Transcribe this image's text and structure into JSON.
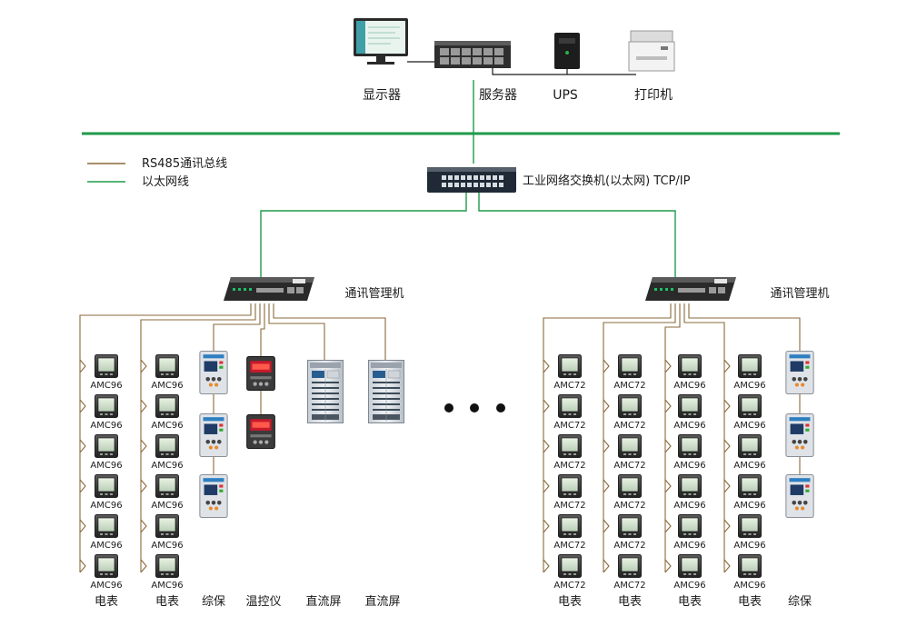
{
  "top": {
    "monitor_label": "显示器",
    "server_label": "服务器",
    "ups_label": "UPS",
    "printer_label": "打印机"
  },
  "legend": {
    "rs485_label": "RS485通讯总线",
    "ethernet_label": "以太网线"
  },
  "switch_label": "工业网络交换机(以太网) TCP/IP",
  "left_group": {
    "manager_label": "通讯管理机",
    "columns": [
      {
        "device_labels": [
          "AMC96",
          "AMC96",
          "AMC96",
          "AMC96",
          "AMC96",
          "AMC96"
        ],
        "column_label": "电表"
      },
      {
        "device_labels": [
          "AMC96",
          "AMC96",
          "AMC96",
          "AMC96",
          "AMC96",
          "AMC96"
        ],
        "column_label": "电表"
      },
      {
        "device_labels": [],
        "column_label": "综保"
      },
      {
        "device_labels": [],
        "column_label": "温控仪"
      },
      {
        "device_labels": [],
        "column_label": "直流屏"
      },
      {
        "device_labels": [],
        "column_label": "直流屏"
      }
    ]
  },
  "right_group": {
    "manager_label": "通讯管理机",
    "columns": [
      {
        "device_labels": [
          "AMC72",
          "AMC72",
          "AMC72",
          "AMC72",
          "AMC72",
          "AMC72"
        ],
        "column_label": "电表"
      },
      {
        "device_labels": [
          "AMC72",
          "AMC72",
          "AMC72",
          "AMC72",
          "AMC72",
          "AMC72"
        ],
        "column_label": "电表"
      },
      {
        "device_labels": [
          "AMC96",
          "AMC96",
          "AMC96",
          "AMC96",
          "AMC96",
          "AMC96"
        ],
        "column_label": "电表"
      },
      {
        "device_labels": [
          "AMC96",
          "AMC96",
          "AMC96",
          "AMC96",
          "AMC96",
          "AMC96"
        ],
        "column_label": "电表"
      },
      {
        "device_labels": [],
        "column_label": "综保"
      }
    ]
  },
  "colors": {
    "ethernet": "#1f9a4a",
    "rs485": "#8a6a3a",
    "device_dark": "#3a3a3a",
    "panel_light": "#d9dde2"
  }
}
